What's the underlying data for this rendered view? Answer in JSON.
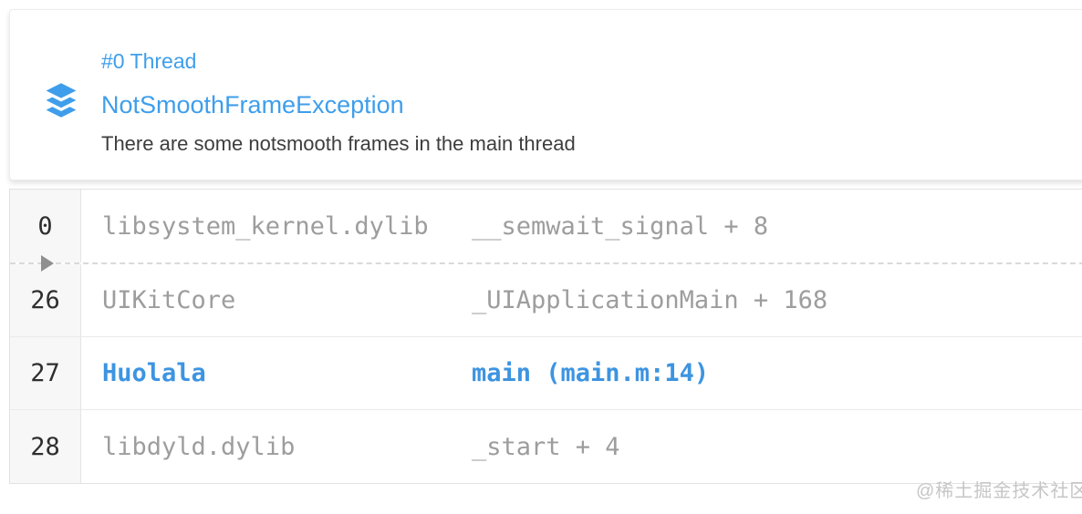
{
  "header": {
    "thread_label": "#0 Thread",
    "exception_name": "NotSmoothFrameException",
    "exception_message": "There are some notsmooth frames in the main thread",
    "icon": "layers-icon",
    "accent_color": "#3f9eeb"
  },
  "stack_trace": {
    "frames": [
      {
        "index": "0",
        "library": "libsystem_kernel.dylib",
        "symbol": "__semwait_signal + 8",
        "highlighted": false
      },
      {
        "index": "26",
        "library": "UIKitCore",
        "symbol": "_UIApplicationMain + 168",
        "highlighted": false
      },
      {
        "index": "27",
        "library": "Huolala",
        "symbol": "main (main.m:14)",
        "highlighted": true
      },
      {
        "index": "28",
        "library": "libdyld.dylib",
        "symbol": "_start + 4",
        "highlighted": false
      }
    ],
    "collapsed_divider": {
      "after_frame_index": "0",
      "expand_icon": "expand-triangle-icon"
    },
    "highlight_color": "#3d94e1",
    "muted_text_color": "#9d9d9d",
    "index_text_color": "#2e2e2e"
  },
  "watermark": {
    "text": "@稀土掘金技术社区"
  }
}
